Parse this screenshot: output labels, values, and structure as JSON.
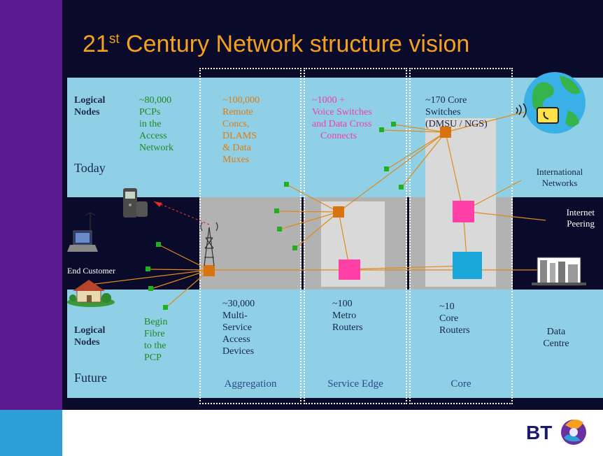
{
  "title": {
    "prefix": "21",
    "sup": "st",
    "rest": " Century Network structure vision"
  },
  "rows": {
    "today": {
      "label_a": "Logical",
      "label_b": "Nodes",
      "name": "Today"
    },
    "future": {
      "label_a": "Logical",
      "label_b": "Nodes",
      "name": "Future"
    }
  },
  "today": {
    "access": [
      "~80,000",
      "PCPs",
      "in the",
      "Access",
      "Network"
    ],
    "aggregation": [
      "~100,000",
      "Remote",
      "Concs,",
      "DLAMS",
      "& Data",
      "Muxes"
    ],
    "service_edge": [
      "~1000 +",
      "Voice Switches",
      "and Data Cross",
      "Connects"
    ],
    "core": [
      "~170 Core",
      "Switches",
      "(DMSU / NGS)"
    ]
  },
  "future": {
    "access": [
      "Begin",
      "Fibre",
      "to the",
      "PCP"
    ],
    "aggregation": [
      "~30,000",
      "Multi-",
      "Service",
      "Access",
      "Devices"
    ],
    "service_edge": [
      "~100",
      "Metro",
      "Routers"
    ],
    "core": [
      "~10",
      "Core",
      "Routers"
    ],
    "data_centre": [
      "Data",
      "Centre"
    ]
  },
  "columns": {
    "aggregation": "Aggregation",
    "service_edge": "Service Edge",
    "core": "Core"
  },
  "right_labels": {
    "international": [
      "International",
      "Networks"
    ],
    "internet": [
      "Internet",
      "Peering"
    ]
  },
  "end_customer": "End Customer",
  "logo": "BT",
  "colors": {
    "background": "#0a0a2a",
    "title": "#f5a01e",
    "band": "#8fd0e6",
    "orange_node": "#d9730d",
    "pink_node": "#ff3fa6",
    "blue_node": "#1aa6d9",
    "green_node": "#20b020",
    "sidebar": "#5b1a8f"
  }
}
